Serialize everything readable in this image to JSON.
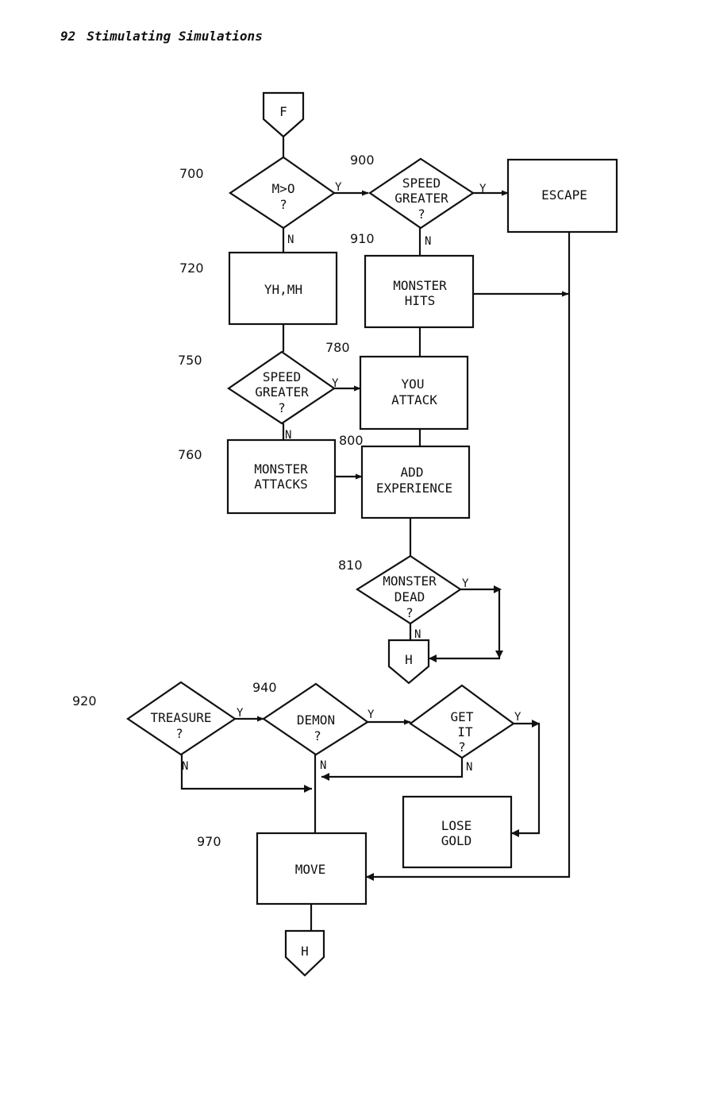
{
  "header": {
    "page_number": "92",
    "title": "Stimulating Simulations"
  },
  "connectors": {
    "F": "F",
    "H": "H"
  },
  "yes": "Y",
  "no": "N",
  "steps": {
    "s700": {
      "number": "700",
      "lines": [
        "M>O",
        "?"
      ]
    },
    "s720": {
      "number": "720",
      "lines": [
        "YH,MH"
      ]
    },
    "s750": {
      "number": "750",
      "lines": [
        "SPEED",
        "GREATER",
        "?"
      ]
    },
    "s760": {
      "number": "760",
      "lines": [
        "MONSTER",
        "ATTACKS"
      ]
    },
    "s780": {
      "number": "780",
      "lines": [
        "YOU",
        "ATTACK"
      ]
    },
    "s800": {
      "number": "800",
      "lines": [
        "ADD",
        "EXPERIENCE"
      ]
    },
    "s810": {
      "number": "810",
      "lines": [
        "MONSTER",
        "DEAD",
        "?"
      ]
    },
    "s900": {
      "number": "900",
      "lines": [
        "SPEED",
        "GREATER",
        "?"
      ]
    },
    "s910": {
      "number": "910",
      "lines": [
        "MONSTER",
        "HITS"
      ]
    },
    "escape": {
      "lines": [
        "ESCAPE"
      ]
    },
    "s920": {
      "number": "920",
      "lines": [
        "TREASURE",
        "?"
      ]
    },
    "s940": {
      "number": "940",
      "lines": [
        "DEMON",
        "?"
      ]
    },
    "get_it": {
      "lines": [
        "GET",
        "IT",
        "?"
      ]
    },
    "lose_gold": {
      "lines": [
        "LOSE",
        "GOLD"
      ]
    },
    "s970": {
      "number": "970",
      "lines": [
        "MOVE"
      ]
    }
  }
}
